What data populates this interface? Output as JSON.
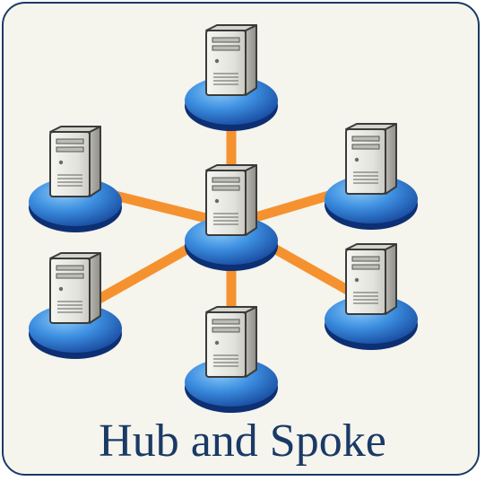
{
  "caption": "Hub and Spoke",
  "colors": {
    "border": "#1a3a66",
    "background": "#f5f4ed",
    "link": "#f5922f",
    "disk_light": "#6fb6f2",
    "disk_dark": "#1c57b8",
    "server_body": "#e9e9e4",
    "server_outline": "#3b3b3b",
    "caption_text": "#1a3a66"
  },
  "diagram": {
    "hub": {
      "id": "hub",
      "icon": "server-icon"
    },
    "spokes": [
      {
        "id": "spoke-top",
        "icon": "server-icon"
      },
      {
        "id": "spoke-upper-left",
        "icon": "server-icon"
      },
      {
        "id": "spoke-upper-right",
        "icon": "server-icon"
      },
      {
        "id": "spoke-lower-left",
        "icon": "server-icon"
      },
      {
        "id": "spoke-lower-right",
        "icon": "server-icon"
      },
      {
        "id": "spoke-bottom",
        "icon": "server-icon"
      }
    ]
  }
}
